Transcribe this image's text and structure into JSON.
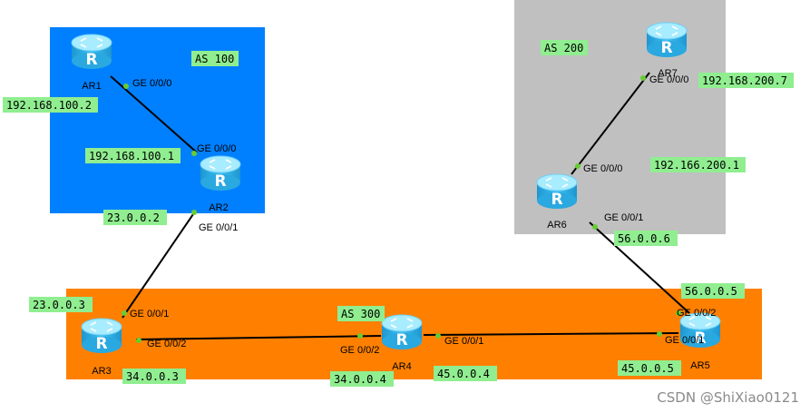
{
  "colors": {
    "as100_area": "#0080ff",
    "as200_area": "#c0c0c0",
    "as300_area": "#ff8000",
    "label_bg": "#90ee90",
    "port_dot": "#66cc33",
    "router_top": "#9fe6ff",
    "router_body": "#2aa8e0"
  },
  "areas": {
    "as100": "AS 100",
    "as200": "AS 200",
    "as300": "AS 300"
  },
  "routers": [
    "AR1",
    "AR2",
    "AR3",
    "AR4",
    "AR5",
    "AR6",
    "AR7"
  ],
  "router_icon": "router-icon",
  "router_glyph": "R",
  "ports": {
    "ar1_ge000": "GE 0/0/0",
    "ar2_ge000": "GE 0/0/0",
    "ar2_ge001": "GE 0/0/1",
    "ar3_ge001": "GE 0/0/1",
    "ar3_ge002": "GE 0/0/2",
    "ar4_ge002": "GE 0/0/2",
    "ar4_ge001": "GE 0/0/1",
    "ar5_ge001": "GE 0/0/1",
    "ar5_ge002": "GE 0/0/2",
    "ar6_ge001": "GE 0/0/1",
    "ar6_ge000": "GE 0/0/0",
    "ar7_ge000": "GE 0/0/0"
  },
  "ips": {
    "ar1": "192.168.100.2",
    "ar2_lan": "192.168.100.1",
    "ar2_wan": "23.0.0.2",
    "ar3_up": "23.0.0.3",
    "ar3_right": "34.0.0.3",
    "ar4_left": "34.0.0.4",
    "ar4_right": "45.0.0.4",
    "ar5_left": "45.0.0.5",
    "ar5_up": "56.0.0.5",
    "ar6_down": "56.0.0.6",
    "ar6_up": "192.166.200.1",
    "ar7": "192.168.200.7"
  },
  "watermark": "CSDN @ShiXiao0121"
}
